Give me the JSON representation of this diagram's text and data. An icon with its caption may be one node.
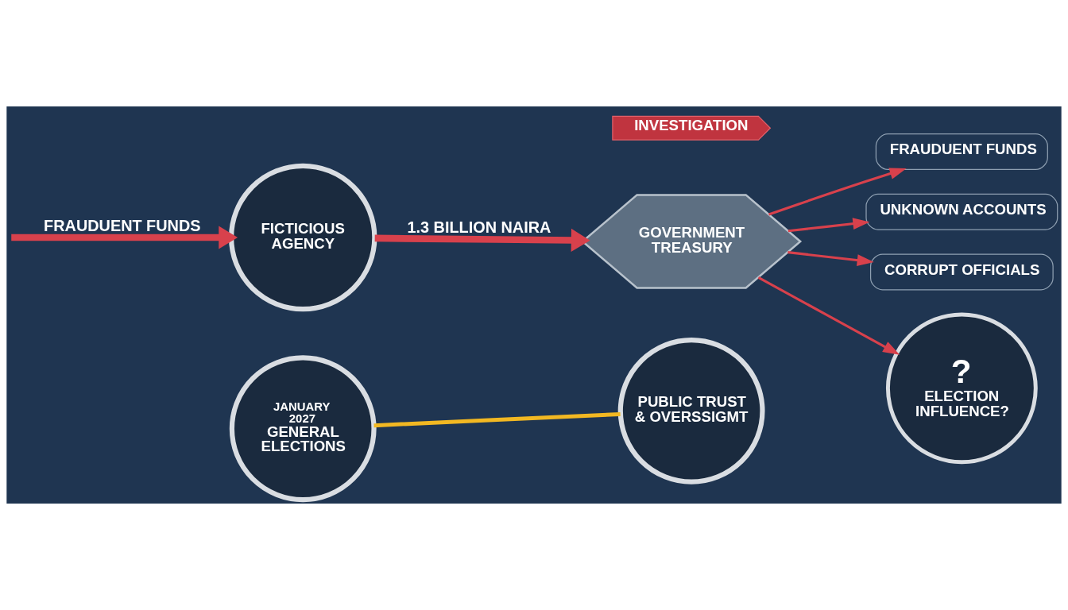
{
  "diagram": {
    "nodes": [
      {
        "text": [
          "INVESTIGATION"
        ]
      },
      {
        "text": [
          "FICTICIOUS AGENCY"
        ]
      },
      {
        "text": [
          "GOVERNMENT TREASURY"
        ]
      },
      {
        "text": [
          "FRAUDUENT FUNDS"
        ]
      },
      {
        "text": [
          "UNKNOWN ACCOUNTS"
        ]
      },
      {
        "text": [
          "CORRUPT OFFICIALS"
        ]
      },
      {
        "text": [
          "?",
          "ELECTION INFLUENCE?"
        ]
      },
      {
        "text": [
          "JANUARY",
          "2027",
          "GENERAL ELECTIONS"
        ]
      },
      {
        "text": [
          "PUBLIC TRUST & OVERSSIGMT"
        ]
      }
    ],
    "edges": [
      {
        "from": null,
        "to": 1,
        "arrow": "to",
        "label": "FRAUDUENT FUNDS",
        "style": "thick"
      },
      {
        "from": 1,
        "to": 2,
        "arrow": "to",
        "label": "1.3 BILLION NAIRA",
        "style": "thick"
      },
      {
        "from": 2,
        "to": 3,
        "arrow": "to"
      },
      {
        "from": 2,
        "to": 4,
        "arrow": "to"
      },
      {
        "from": 2,
        "to": 5,
        "arrow": "to"
      },
      {
        "from": 2,
        "to": 6,
        "arrow": "to"
      },
      {
        "from": 7,
        "to": 8,
        "arrow": "none",
        "color": "#f2b822"
      }
    ]
  }
}
